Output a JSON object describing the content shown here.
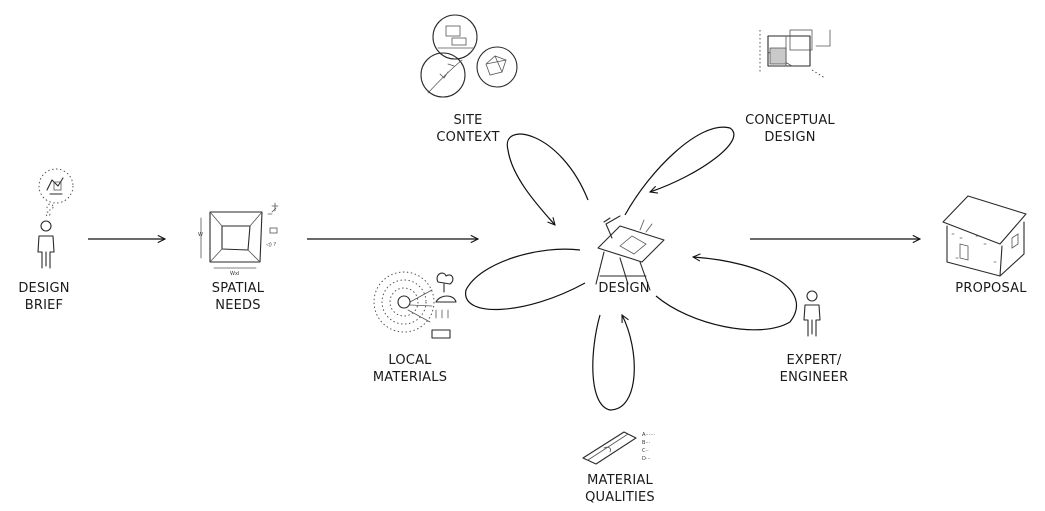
{
  "nodes": {
    "design_brief": {
      "line1": "DESIGN",
      "line2": "BRIEF"
    },
    "spatial_needs": {
      "line1": "SPATIAL",
      "line2": "NEEDS"
    },
    "site_context": {
      "line1": "SITE",
      "line2": "CONTEXT"
    },
    "conceptual_design": {
      "line1": "CONCEPTUAL",
      "line2": "DESIGN"
    },
    "design": {
      "line1": "DESIGN"
    },
    "local_materials": {
      "line1": "LOCAL",
      "line2": "MATERIALS"
    },
    "material_qualities": {
      "line1": "MATERIAL",
      "line2": "QUALITIES"
    },
    "expert_engineer": {
      "line1": "EXPERT/",
      "line2": "ENGINEER"
    },
    "proposal": {
      "line1": "PROPOSAL"
    }
  }
}
